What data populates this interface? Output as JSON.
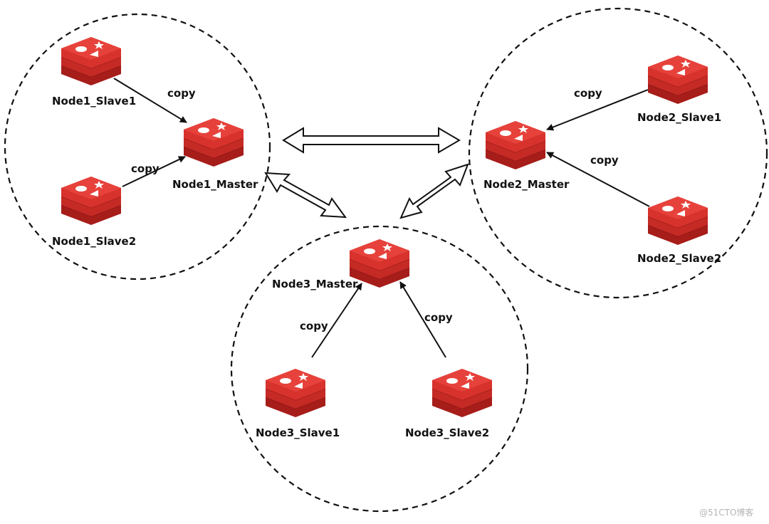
{
  "colors": {
    "redis_top": "#e03a34",
    "redis_mid": "#c52a25",
    "redis_dark": "#a61d1a",
    "stroke": "#111111"
  },
  "icon": "redis-logo-icon",
  "nodes": {
    "node1_master": "Node1_Master",
    "node1_slave1": "Node1_Slave1",
    "node1_slave2": "Node1_Slave2",
    "node2_master": "Node2_Master",
    "node2_slave1": "Node2_Slave1",
    "node2_slave2": "Node2_Slave2",
    "node3_master": "Node3_Master",
    "node3_slave1": "Node3_Slave1",
    "node3_slave2": "Node3_Slave2"
  },
  "edges": {
    "copy_label": "copy"
  },
  "watermark": "@51CTO博客"
}
